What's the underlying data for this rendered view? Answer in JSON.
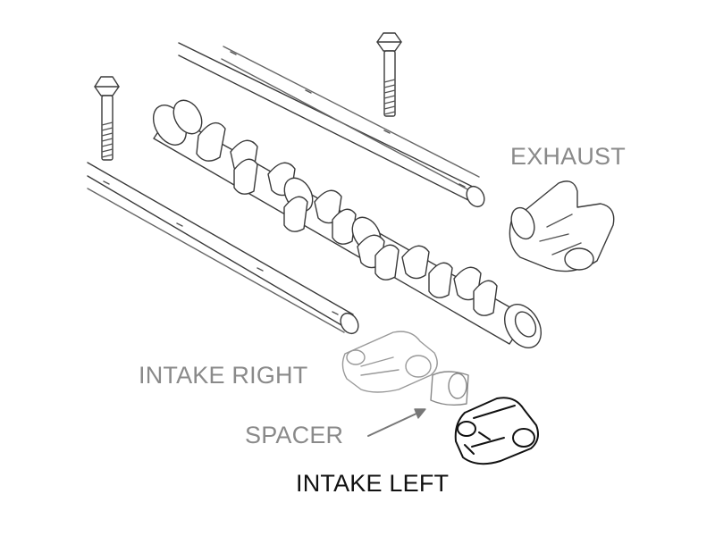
{
  "labels": {
    "exhaust": "EXHAUST",
    "intake_right": "INTAKE RIGHT",
    "spacer": "SPACER",
    "intake_left": "INTAKE LEFT"
  },
  "colors": {
    "line_art": "#222222",
    "faded_art": "#999999",
    "label_grey": "#8a8a8a",
    "label_black": "#111111",
    "background": "#ffffff"
  }
}
